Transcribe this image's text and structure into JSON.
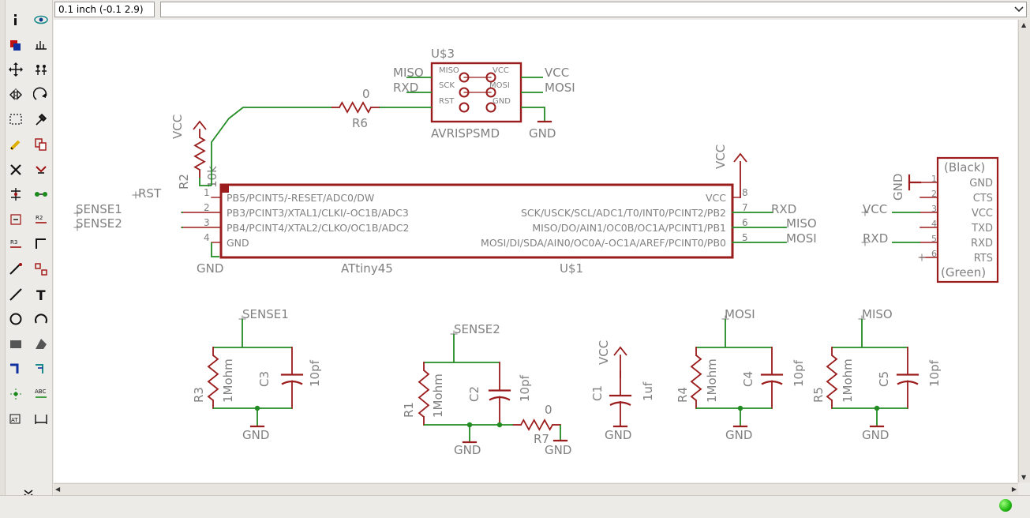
{
  "coordinate": "0.1 inch (-0.1 2.9)",
  "command": {
    "value": "",
    "placeholder": ""
  },
  "status": {
    "text": ""
  },
  "tools": [
    "info",
    "show",
    "display-layers",
    "mark",
    "move",
    "group",
    "mirror",
    "rotate",
    "select",
    "change",
    "paint",
    "copy",
    "delete",
    "smash",
    "value",
    "name",
    "reverse",
    "net-segment",
    "optimize",
    "split",
    "route",
    "ripup",
    "wire",
    "text",
    "circle",
    "arc",
    "rectangle",
    "polygon",
    "bus",
    "net",
    "junction",
    "label",
    "attribute",
    "dimension",
    "more"
  ],
  "schematic": {
    "colors": {
      "part": "#9b1c1c",
      "net": "#228b22",
      "label": "#808080"
    },
    "parts": {
      "ic": {
        "name": "U$1",
        "value": "ATtiny45",
        "left_pins": [
          {
            "num": "1",
            "label": "PB5/PCINT5/-RESET/ADC0/DW"
          },
          {
            "num": "2",
            "label": "PB3/PCINT3/XTAL1/CLKI/-OC1B/ADC3"
          },
          {
            "num": "3",
            "label": "PB4/PCINT4/XTAL2/CLKO/OC1B/ADC2"
          },
          {
            "num": "4",
            "label": "GND"
          }
        ],
        "right_pins": [
          {
            "num": "8",
            "label": "VCC"
          },
          {
            "num": "7",
            "label": "SCK/USCK/SCL/ADC1/T0/INT0/PCINT2/PB2"
          },
          {
            "num": "6",
            "label": "MISO/DO/AIN1/OC0B/OC1A/PCINT1/PB1"
          },
          {
            "num": "5",
            "label": "MOSI/DI/SDA/AIN0/OC0A/-OC1A/AREF/PCINT0/PB0"
          }
        ]
      },
      "isp": {
        "name": "U$3",
        "value": "AVRISPSMD",
        "pins": [
          "MISO",
          "SCK",
          "RST",
          "VCC",
          "MOSI",
          "GND"
        ]
      },
      "ftdi": {
        "top": "(Black)",
        "bottom": "(Green)",
        "pins": [
          {
            "num": "1",
            "label": "GND"
          },
          {
            "num": "2",
            "label": "CTS"
          },
          {
            "num": "3",
            "label": "VCC"
          },
          {
            "num": "4",
            "label": "TXD"
          },
          {
            "num": "5",
            "label": "RXD"
          },
          {
            "num": "6",
            "label": "RTS"
          }
        ]
      },
      "R2": {
        "name": "R2",
        "value": "10k"
      },
      "R6": {
        "name": "R6",
        "value": "0"
      },
      "R3": {
        "name": "R3",
        "value": "1Mohm"
      },
      "C3": {
        "name": "C3",
        "value": "10pf"
      },
      "R1": {
        "name": "R1",
        "value": "1Mohm"
      },
      "C2": {
        "name": "C2",
        "value": "10pf"
      },
      "R7": {
        "name": "R7",
        "value": "0"
      },
      "C1": {
        "name": "C1",
        "value": "1uf"
      },
      "R4": {
        "name": "R4",
        "value": "1Mohm"
      },
      "C4": {
        "name": "C4",
        "value": "10pf"
      },
      "R5": {
        "name": "R5",
        "value": "1Mohm"
      },
      "C5": {
        "name": "C5",
        "value": "10pf"
      }
    },
    "nets": {
      "vcc": "VCC",
      "gnd": "GND",
      "rst": "RST",
      "rxd": "RXD",
      "miso": "MISO",
      "mosi": "MOSI",
      "sense1": "SENSE1",
      "sense2": "SENSE2"
    }
  }
}
